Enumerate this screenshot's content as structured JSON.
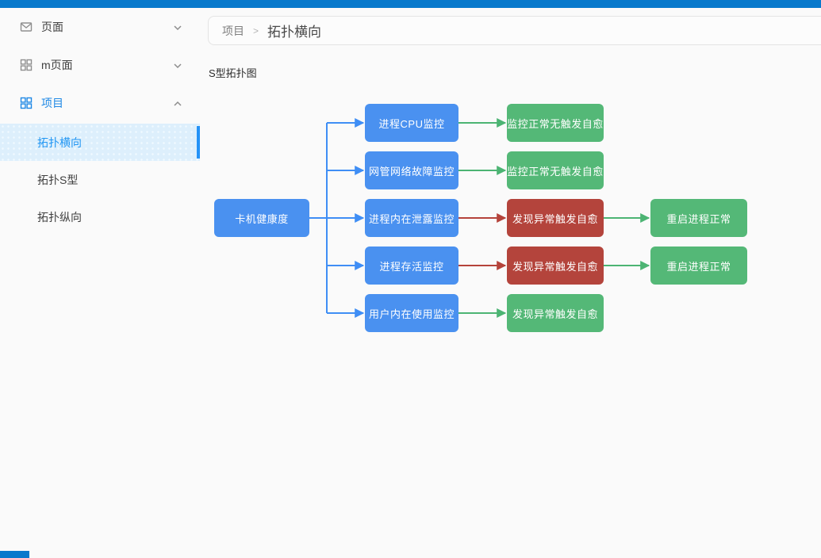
{
  "colors": {
    "topbar": "#0879cc",
    "accent": "#2196f3",
    "active_item_bg": "#ddeffc",
    "node_blue": "#4a91f0",
    "node_green": "#54b877",
    "node_red": "#b4443c",
    "line_blue": "#3f8ef5",
    "line_green": "#4cb473",
    "line_red": "#b5433b"
  },
  "sidebar": {
    "menu": [
      {
        "label": "页面",
        "icon": "mail-icon",
        "chevron": "down",
        "active": false
      },
      {
        "label": "m页面",
        "icon": "grid-icon",
        "chevron": "down",
        "active": false
      },
      {
        "label": "项目",
        "icon": "grid-icon",
        "chevron": "up",
        "active": true
      }
    ],
    "submenu": [
      {
        "label": "拓扑横向",
        "active": true
      },
      {
        "label": "拓扑S型",
        "active": false
      },
      {
        "label": "拓扑纵向",
        "active": false
      }
    ]
  },
  "breadcrumb": {
    "parent": "项目",
    "separator": ">",
    "current": "拓扑横向"
  },
  "main": {
    "section_label": "S型拓扑图"
  },
  "diagram": {
    "nodes": [
      {
        "id": "root",
        "label": "卡机健康度",
        "color": "blue",
        "col": null,
        "row": null
      },
      {
        "id": "n1",
        "label": "进程CPU监控",
        "color": "blue",
        "col": 0,
        "row": 0
      },
      {
        "id": "n2",
        "label": "网管网络故障监控",
        "color": "blue",
        "col": 0,
        "row": 1
      },
      {
        "id": "n3",
        "label": "进程内在泄露监控",
        "color": "blue",
        "col": 0,
        "row": 2
      },
      {
        "id": "n4",
        "label": "进程存活监控",
        "color": "blue",
        "col": 0,
        "row": 3
      },
      {
        "id": "n5",
        "label": "用户内在使用监控",
        "color": "blue",
        "col": 0,
        "row": 4
      },
      {
        "id": "e1",
        "label": "监控正常无触发自愈",
        "color": "green",
        "col": 1,
        "row": 0
      },
      {
        "id": "e2",
        "label": "监控正常无触发自愈",
        "color": "green",
        "col": 1,
        "row": 1
      },
      {
        "id": "e3",
        "label": "发现异常触发自愈",
        "color": "red",
        "col": 1,
        "row": 2
      },
      {
        "id": "e4",
        "label": "发现异常触发自愈",
        "color": "red",
        "col": 1,
        "row": 3
      },
      {
        "id": "e5",
        "label": "发现异常触发自愈",
        "color": "green",
        "col": 1,
        "row": 4
      },
      {
        "id": "f3",
        "label": "重启进程正常",
        "color": "green",
        "col": 2,
        "row": 2
      },
      {
        "id": "f4",
        "label": "重启进程正常",
        "color": "green",
        "col": 2,
        "row": 3
      }
    ],
    "edges": [
      {
        "from": "root",
        "to": "n1",
        "color": "blue"
      },
      {
        "from": "root",
        "to": "n2",
        "color": "blue"
      },
      {
        "from": "root",
        "to": "n3",
        "color": "blue"
      },
      {
        "from": "root",
        "to": "n4",
        "color": "blue"
      },
      {
        "from": "root",
        "to": "n5",
        "color": "blue"
      },
      {
        "from": "n1",
        "to": "e1",
        "color": "green"
      },
      {
        "from": "n2",
        "to": "e2",
        "color": "green"
      },
      {
        "from": "n3",
        "to": "e3",
        "color": "red"
      },
      {
        "from": "n4",
        "to": "e4",
        "color": "red"
      },
      {
        "from": "n5",
        "to": "e5",
        "color": "green"
      },
      {
        "from": "e3",
        "to": "f3",
        "color": "green"
      },
      {
        "from": "e4",
        "to": "f4",
        "color": "green"
      }
    ]
  }
}
